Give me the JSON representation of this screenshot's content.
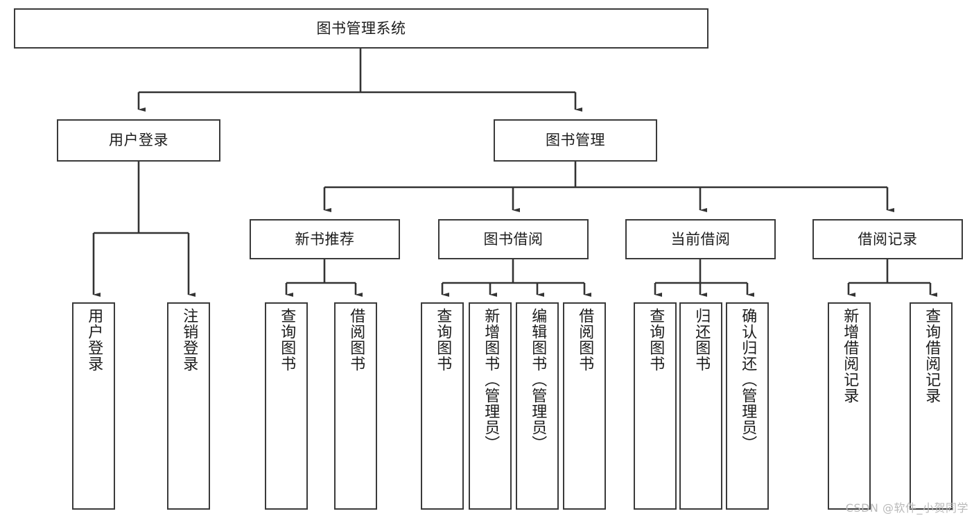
{
  "diagram": {
    "type": "tree-hierarchy",
    "title": "图书管理系统",
    "watermark": "CSDN @软件_小贺同学",
    "colors": {
      "box_border": "#3a3a3a",
      "box_fill": "#ffffff",
      "edge": "#333333",
      "text": "#1c1c1c",
      "watermark": "#b9b9b9",
      "background": "#ffffff"
    },
    "nodes": {
      "root": {
        "label": "图书管理系统",
        "level": 1,
        "orientation": "horizontal"
      },
      "user_login": {
        "label": "用户登录",
        "level": 2,
        "orientation": "horizontal"
      },
      "book_manage": {
        "label": "图书管理",
        "level": 2,
        "orientation": "horizontal"
      },
      "new_book_rec": {
        "label": "新书推荐",
        "level": 3,
        "orientation": "horizontal"
      },
      "book_borrow": {
        "label": "图书借阅",
        "level": 3,
        "orientation": "horizontal"
      },
      "current_borrow": {
        "label": "当前借阅",
        "level": 3,
        "orientation": "horizontal"
      },
      "borrow_record": {
        "label": "借阅记录",
        "level": 3,
        "orientation": "horizontal"
      },
      "leaf_user_login": {
        "label": "用户登录",
        "level": 4,
        "orientation": "vertical"
      },
      "leaf_logout": {
        "label": "注销登录",
        "level": 4,
        "orientation": "vertical"
      },
      "leaf_query_book_1": {
        "label": "查询图书",
        "level": 4,
        "orientation": "vertical"
      },
      "leaf_borrow_book_1": {
        "label": "借阅图书",
        "level": 4,
        "orientation": "vertical"
      },
      "leaf_query_book_2": {
        "label": "查询图书",
        "level": 4,
        "orientation": "vertical"
      },
      "leaf_add_book": {
        "label": "新增图书（管理员）",
        "level": 4,
        "orientation": "vertical"
      },
      "leaf_edit_book": {
        "label": "编辑图书（管理员）",
        "level": 4,
        "orientation": "vertical"
      },
      "leaf_borrow_book_2": {
        "label": "借阅图书",
        "level": 4,
        "orientation": "vertical"
      },
      "leaf_query_book_3": {
        "label": "查询图书",
        "level": 4,
        "orientation": "vertical"
      },
      "leaf_return_book": {
        "label": "归还图书",
        "level": 4,
        "orientation": "vertical"
      },
      "leaf_confirm_return": {
        "label": "确认归还（管理员）",
        "level": 4,
        "orientation": "vertical"
      },
      "leaf_add_record": {
        "label": "新增借阅记录",
        "level": 4,
        "orientation": "vertical"
      },
      "leaf_query_record": {
        "label": "查询借阅记录",
        "level": 4,
        "orientation": "vertical"
      }
    },
    "edges": [
      {
        "from": "root",
        "to": "user_login"
      },
      {
        "from": "root",
        "to": "book_manage"
      },
      {
        "from": "user_login",
        "to": "leaf_user_login"
      },
      {
        "from": "user_login",
        "to": "leaf_logout"
      },
      {
        "from": "book_manage",
        "to": "new_book_rec"
      },
      {
        "from": "book_manage",
        "to": "book_borrow"
      },
      {
        "from": "book_manage",
        "to": "current_borrow"
      },
      {
        "from": "book_manage",
        "to": "borrow_record"
      },
      {
        "from": "new_book_rec",
        "to": "leaf_query_book_1"
      },
      {
        "from": "new_book_rec",
        "to": "leaf_borrow_book_1"
      },
      {
        "from": "book_borrow",
        "to": "leaf_query_book_2"
      },
      {
        "from": "book_borrow",
        "to": "leaf_add_book"
      },
      {
        "from": "book_borrow",
        "to": "leaf_edit_book"
      },
      {
        "from": "book_borrow",
        "to": "leaf_borrow_book_2"
      },
      {
        "from": "current_borrow",
        "to": "leaf_query_book_3"
      },
      {
        "from": "current_borrow",
        "to": "leaf_return_book"
      },
      {
        "from": "current_borrow",
        "to": "leaf_confirm_return"
      },
      {
        "from": "borrow_record",
        "to": "leaf_add_record"
      },
      {
        "from": "borrow_record",
        "to": "leaf_query_record"
      }
    ]
  }
}
